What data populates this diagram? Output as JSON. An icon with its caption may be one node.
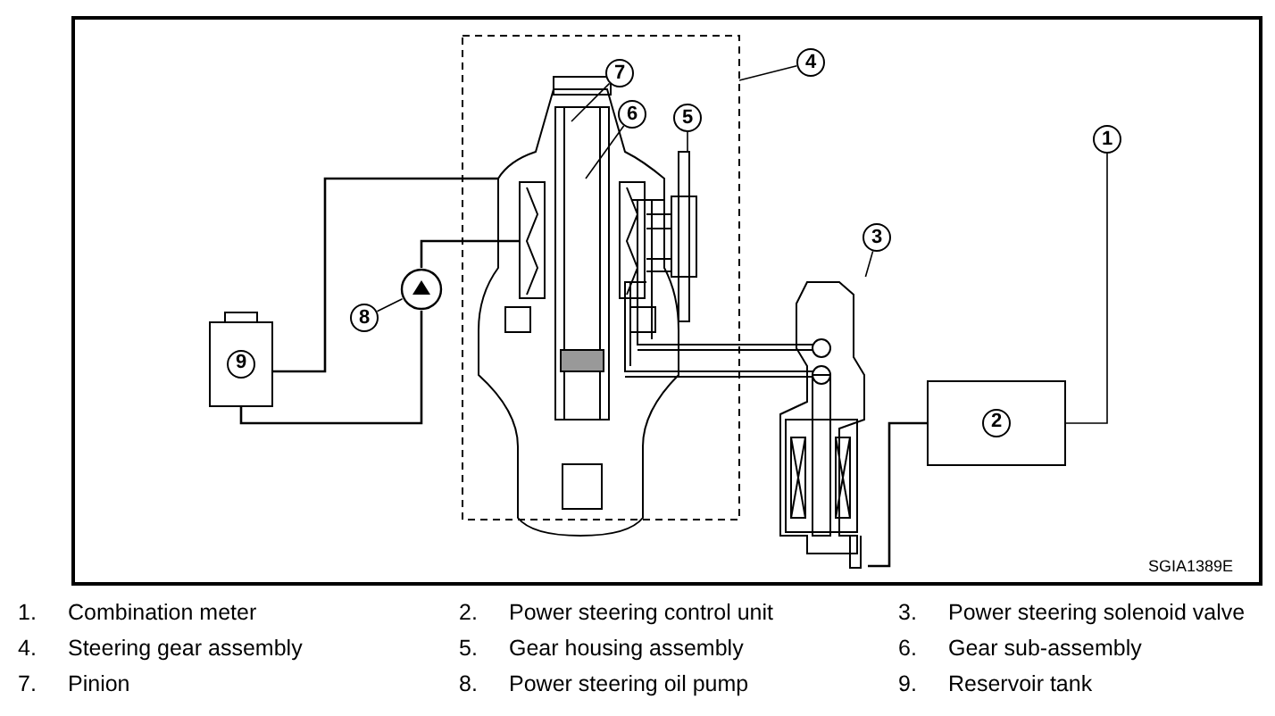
{
  "diagram": {
    "nodes": [
      {
        "text": [
          "1"
        ]
      },
      {
        "text": [
          "2"
        ]
      },
      {
        "text": [
          "9"
        ]
      },
      {
        "text": [
          "8"
        ]
      },
      {
        "text": [],
        "shape": "circle"
      },
      {
        "text": [
          "3"
        ]
      },
      {
        "text": [
          "4"
        ]
      },
      {
        "text": [
          "5"
        ]
      },
      {
        "text": [
          "6"
        ]
      },
      {
        "text": [
          "7"
        ]
      },
      {
        "text": [],
        "shape": "picture"
      }
    ],
    "edges": [
      {
        "from": 0,
        "to": 1,
        "arrow": "none"
      },
      {
        "from": 1,
        "to": 10,
        "arrow": "none"
      },
      {
        "from": 3,
        "to": 4,
        "arrow": "none"
      },
      {
        "from": 5,
        "to": 10,
        "arrow": "none"
      },
      {
        "from": 6,
        "to": null,
        "arrow": "none"
      },
      {
        "from": 7,
        "to": null,
        "arrow": "none"
      },
      {
        "from": 8,
        "to": null,
        "arrow": "none"
      },
      {
        "from": 9,
        "to": null,
        "arrow": "none"
      },
      {
        "from": 2,
        "to": 4,
        "arrow": "none"
      },
      {
        "from": 2,
        "to": null,
        "arrow": "none"
      },
      {
        "from": 4,
        "to": null,
        "arrow": "none"
      }
    ],
    "labels": [
      "SGIA1389E",
      "1.",
      "Combination meter",
      "2.",
      "Power steering control unit",
      "3.",
      "Power steering solenoid valve",
      "4.",
      "Steering gear assembly",
      "5.",
      "Gear housing assembly",
      "6.",
      "Gear sub-assembly",
      "7.",
      "Pinion",
      "8.",
      "Power steering oil pump",
      "9.",
      "Reservoir tank"
    ]
  }
}
